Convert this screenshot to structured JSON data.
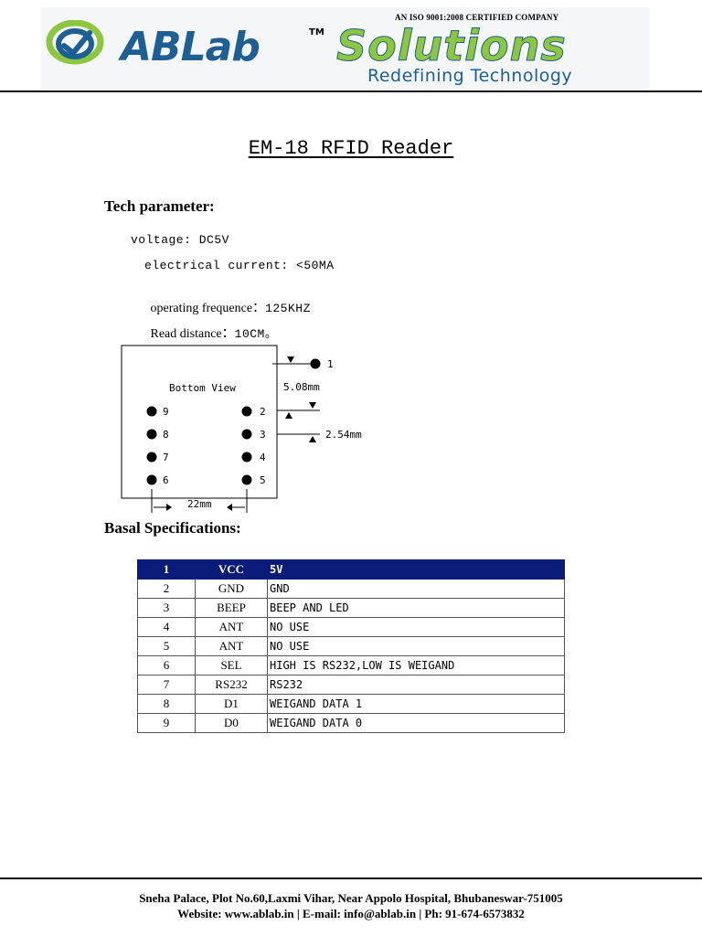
{
  "header": {
    "certification": "AN ISO 9001:2008 CERTIFIED COMPANY",
    "logo_text": "ABLab™ Solutions",
    "tagline": "Redefining Technology",
    "brand_color": "#1e5f93",
    "accent_color": "#8dc63f"
  },
  "title": "EM-18 RFID Reader",
  "tech_parameter": {
    "heading": "Tech parameter:",
    "voltage": "voltage: DC5V",
    "current": "electrical current: <50MA",
    "frequency_label": "operating frequence：",
    "frequency_value": "125KHZ",
    "distance_label": "Read distance：",
    "distance_value": "10CM。"
  },
  "diagram": {
    "view_label": "Bottom View",
    "pin_spacing_top": "5.08mm",
    "pin_spacing_side": "2.54mm",
    "width_label": "22mm",
    "pins": [
      "1",
      "2",
      "3",
      "4",
      "5",
      "6",
      "7",
      "8",
      "9"
    ]
  },
  "basal": {
    "heading": "Basal Specifications:",
    "header_color": "#0b1b7a",
    "rows": [
      [
        "1",
        "VCC",
        "5V"
      ],
      [
        "2",
        "GND",
        "GND"
      ],
      [
        "3",
        "BEEP",
        "BEEP AND LED"
      ],
      [
        "4",
        "ANT",
        "NO USE"
      ],
      [
        "5",
        "ANT",
        "NO USE"
      ],
      [
        "6",
        "SEL",
        "HIGH IS RS232,LOW IS WEIGAND"
      ],
      [
        "7",
        "RS232",
        "RS232"
      ],
      [
        "8",
        "D1",
        "WEIGAND DATA 1"
      ],
      [
        "9",
        "D0",
        "WEIGAND DATA 0"
      ]
    ]
  },
  "footer": {
    "address": "Sneha Palace, Plot No.60,Laxmi Vihar, Near Appolo Hospital, Bhubaneswar-751005",
    "contact": "Website: www.ablab.in | E-mail:  info@ablab.in | Ph: 91-674-6573832"
  }
}
